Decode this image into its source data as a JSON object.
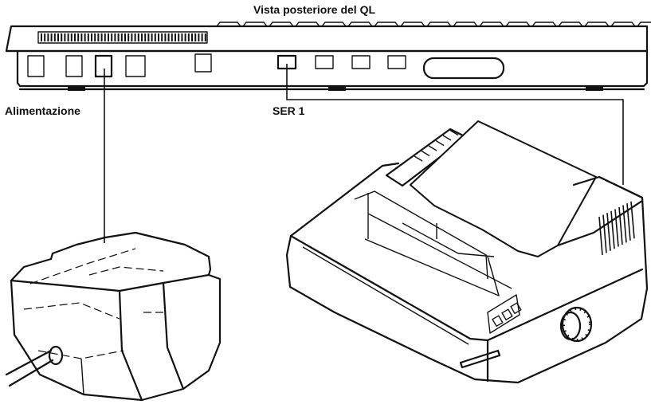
{
  "title": "Vista posteriore del QL",
  "labels": {
    "power": "Alimentazione",
    "serial": "SER 1"
  }
}
